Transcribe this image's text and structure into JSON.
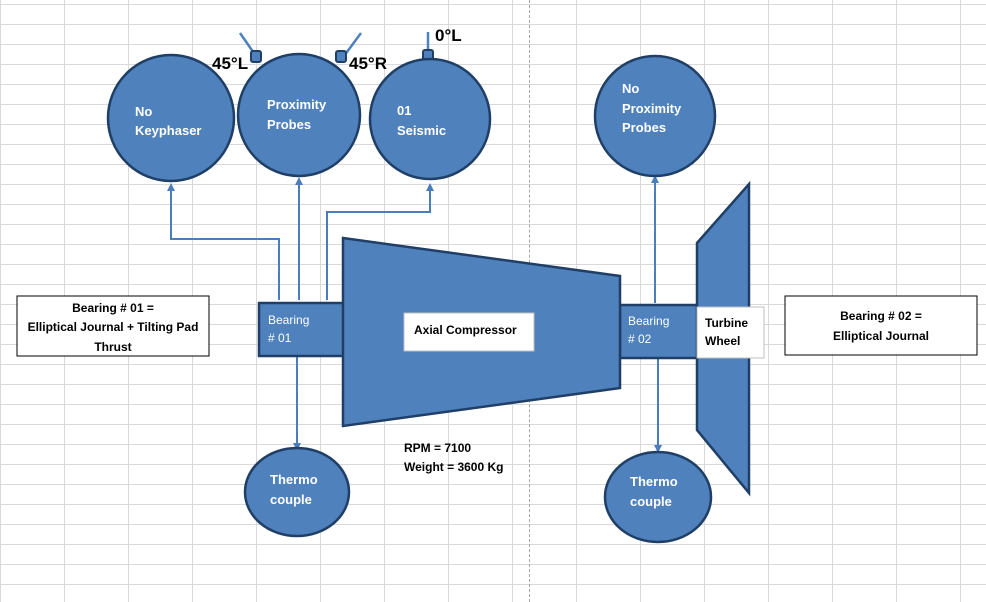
{
  "colors": {
    "shape_fill": "#4f81bd",
    "shape_stroke": "#1f3f66",
    "arrow": "#4a7ebb",
    "text_on_shape": "#ffffff",
    "grid": "#d9d9d9"
  },
  "sensors_left": {
    "keyphaser": [
      "No",
      "Keyphaser"
    ],
    "proximity": [
      "Proximity",
      "Probes"
    ],
    "seismic": [
      "01",
      "Seismic"
    ],
    "probe_angles": {
      "left": "45°L",
      "right": "45°R",
      "seismic": "0°L"
    }
  },
  "sensors_right": {
    "proximity": [
      "No",
      "Proximity",
      "Probes"
    ]
  },
  "thermocouples": {
    "left": [
      "Thermo",
      "couple"
    ],
    "right": [
      "Thermo",
      "couple"
    ]
  },
  "bearings": {
    "b1_label": [
      "Bearing",
      "# 01"
    ],
    "b2_label": [
      "Bearing",
      "# 02"
    ],
    "b1_desc": [
      "Bearing # 01 =",
      "Elliptical Journal + Tilting Pad",
      "Thrust"
    ],
    "b2_desc": [
      "Bearing # 02 =",
      "Elliptical Journal"
    ]
  },
  "machine": {
    "compressor": "Axial Compressor",
    "turbine": [
      "Turbine",
      "Wheel"
    ],
    "rpm": "RPM = 7100",
    "weight": "Weight = 3600 Kg"
  }
}
